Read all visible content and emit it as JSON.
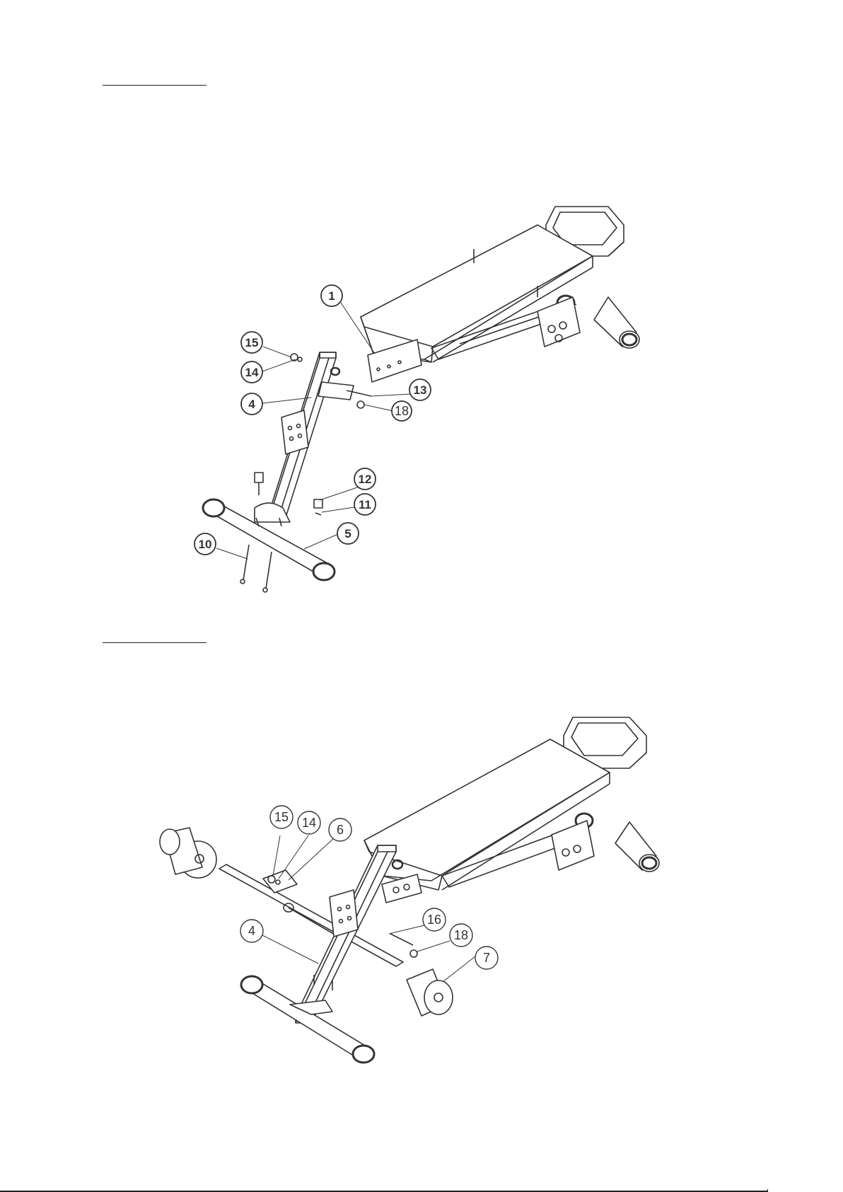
{
  "step1": {
    "callouts": {
      "c1": "1",
      "c15": "15",
      "c14": "14",
      "c4": "4",
      "c13": "13",
      "c18": "18",
      "c12": "12",
      "c11": "11",
      "c5": "5",
      "c10": "10"
    }
  },
  "step2": {
    "callouts": {
      "c15": "15",
      "c14": "14",
      "c6": "6",
      "c4": "4",
      "c16": "16",
      "c18": "18",
      "c7": "7"
    }
  },
  "colors": {
    "ink": "#333333",
    "paper": "#ffffff"
  }
}
